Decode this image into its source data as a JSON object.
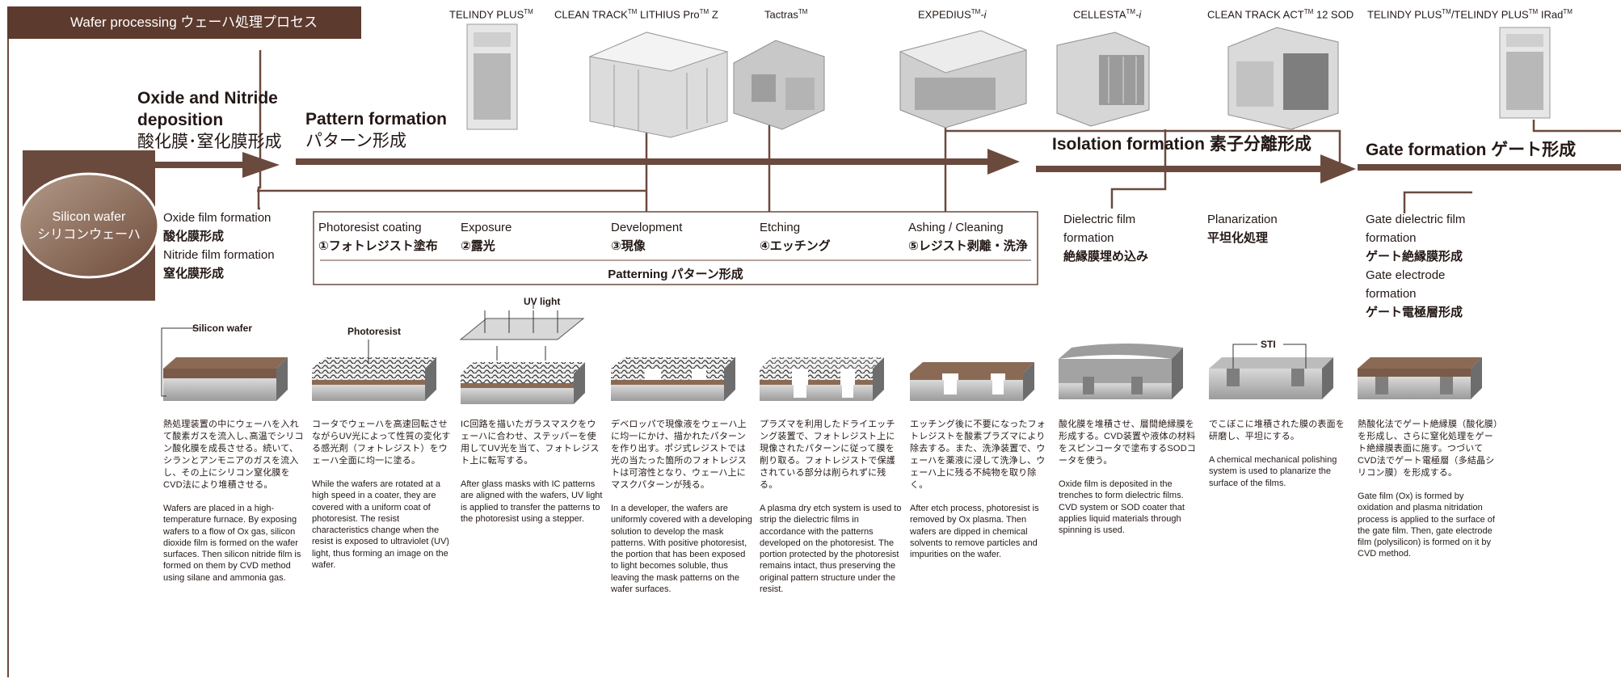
{
  "header": {
    "title": "Wafer processing  ウェーハ処理プロセス"
  },
  "start": {
    "line1": "Silicon wafer",
    "line2": "シリコンウェーハ"
  },
  "equipment": [
    {
      "name": "TELINDY PLUS",
      "tm": "TM",
      "after": ""
    },
    {
      "name": "CLEAN TRACK",
      "tm": "TM",
      "after": " LITHIUS Pro",
      "tm2": "TM",
      "after2": " Z"
    },
    {
      "name": "Tactras",
      "tm": "TM",
      "after": ""
    },
    {
      "name": "EXPEDIUS",
      "tm": "TM",
      "after": "-i"
    },
    {
      "name": "CELLESTA",
      "tm": "TM",
      "after": "-i"
    },
    {
      "name": "CLEAN TRACK ACT",
      "tm": "TM",
      "after": " 12 SOD"
    },
    {
      "name": "TELINDY PLUS",
      "tm": "TM",
      "after": "/TELINDY PLUS",
      "tm2": "TM",
      "after2": " IRad",
      "tm3": "TM"
    }
  ],
  "stages": {
    "oxide": {
      "en1": "Oxide and Nitride",
      "en2": "deposition",
      "ja": "酸化膜･窒化膜形成"
    },
    "pattern": {
      "en": "Pattern formation",
      "ja": "パターン形成"
    },
    "isolation": {
      "text": "Isolation formation 素子分離形成"
    },
    "gate": {
      "text": "Gate formation ゲート形成"
    }
  },
  "oxide_sub": {
    "l1": "Oxide film formation",
    "l2": "酸化膜形成",
    "l3": "Nitride film formation",
    "l4": "窒化膜形成"
  },
  "patterning_steps": [
    {
      "en": "Photoresist coating",
      "ja": "①フォトレジスト塗布"
    },
    {
      "en": "Exposure",
      "ja": "②露光"
    },
    {
      "en": "Development",
      "ja": "③現像"
    },
    {
      "en": "Etching",
      "ja": "④エッチング"
    },
    {
      "en": "Ashing / Cleaning",
      "ja": "⑤レジスト剥離・洗浄"
    }
  ],
  "patterning_footer": "Patterning  パターン形成",
  "isolation_sub": {
    "dielectric_en1": "Dielectric film",
    "dielectric_en2": "formation",
    "dielectric_ja": "絶縁膜埋め込み",
    "planar_en": "Planarization",
    "planar_ja": "平坦化処理"
  },
  "gate_sub": {
    "l1": "Gate dielectric film",
    "l2": "formation",
    "l3": "ゲート絶縁膜形成",
    "l4": "Gate electrode",
    "l5": "formation",
    "l6": "ゲート電極層形成"
  },
  "diagram_labels": {
    "silicon_wafer": "Silicon wafer",
    "photoresist": "Photoresist",
    "uv_light": "UV light",
    "sti": "STI"
  },
  "descriptions": [
    {
      "ja": "熱処理装置の中にウェーハを入れて酸素ガスを流入し､高温でシリコン酸化膜を成長させる。続いて、シランとアンモニアのガスを流入し、その上にシリコン窒化膜をCVD法により堆積させる。",
      "en": "Wafers are placed in a high-temperature furnace. By exposing wafers to a flow of Ox gas, silicon dioxide film is formed on the wafer surfaces. Then silicon nitride film is formed on them by CVD method using silane and ammonia gas."
    },
    {
      "ja": "コータでウェーハを高速回転させながらUV光によって性質の変化する感光剤（フォトレジスト）をウェーハ全面に均一に塗る。",
      "en": "While the wafers are rotated at a high speed in a coater, they are covered with a uniform coat of photoresist. The resist characteristics change when the resist is exposed to ultraviolet (UV) light, thus forming an image on the wafer."
    },
    {
      "ja": "IC回路を描いたガラスマスクをウェーハに合わせ、ステッパーを使用してUV光を当て、フォトレジスト上に転写する。",
      "en": "After glass masks with IC patterns are aligned with the wafers, UV light is applied to transfer the patterns to the photoresist using a stepper."
    },
    {
      "ja": "デベロッパで現像液をウェーハ上に均一にかけ、描かれたパターンを作り出す。ポジ式レジストでは光の当たった箇所のフォトレジストは可溶性となり、ウェーハ上にマスクパターンが残る。",
      "en": "In a developer, the wafers are uniformly covered with a developing solution to develop the mask patterns. With positive photoresist, the portion that has been exposed to light becomes soluble, thus leaving the mask patterns on the wafer surfaces."
    },
    {
      "ja": "プラズマを利用したドライエッチング装置で、フォトレジスト上に現像されたパターンに従って膜を削り取る。フォトレジストで保護されている部分は削られずに残る。",
      "en": "A plasma dry etch system is used to strip the dielectric films in accordance with the patterns developed on the photoresist.  The portion protected by the photoresist remains intact, thus preserving the original pattern structure under the resist."
    },
    {
      "ja": "エッチング後に不要になったフォトレジストを酸素プラズマにより除去する。また、洗浄装置で、ウェーハを薬液に浸して洗浄し、ウェーハ上に残る不純物を取り除く。",
      "en": "After etch process, photoresist is removed by Ox plasma. Then wafers are dipped in chemical solvents to remove particles and impurities on the wafer."
    },
    {
      "ja": "酸化膜を堆積させ、層間絶縁膜を形成する。CVD装置や液体の材料をスピンコータで塗布するSODコータを使う。",
      "en": "Oxide film is deposited in the trenches to form dielectric films. CVD system or SOD coater that applies liquid materials through spinning is used."
    },
    {
      "ja": "でこぼこに堆積された膜の表面を研磨し、平坦にする。",
      "en": "A chemical mechanical polishing system is used to planarize the surface of the films."
    },
    {
      "ja": "熱酸化法でゲート絶縁膜（酸化膜）を形成し、さらに窒化処理をゲート絶縁膜表面に施す。つづいてCVD法でゲート電極層（多結晶シリコン膜）を形成する。",
      "en": "Gate film (Ox) is formed by oxidation and plasma nitridation process is applied to the surface of the gate film.  Then, gate electrode film (polysilicon) is formed on it by CVD method."
    }
  ]
}
